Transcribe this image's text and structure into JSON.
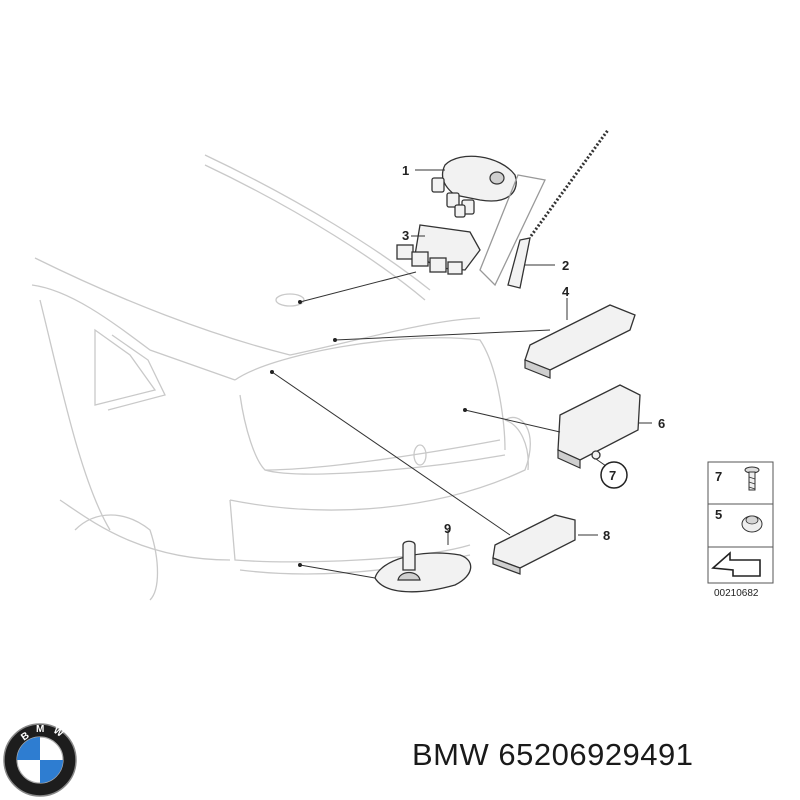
{
  "diagram": {
    "callouts": [
      "1",
      "2",
      "3",
      "4",
      "6",
      "7",
      "8",
      "9"
    ],
    "legend": {
      "items": [
        {
          "number": "7",
          "icon": "screw-icon"
        },
        {
          "number": "5",
          "icon": "grommet-icon"
        }
      ],
      "direction_icon": "arrow-icon",
      "reference_code": "00210682"
    }
  },
  "footer": {
    "brand_logo_text": "BMW",
    "part_label": "BMW 65206929491"
  },
  "colors": {
    "car_outline": "#c9c9c9",
    "part_outline": "#333333",
    "logo_blue": "#2e7dd1"
  }
}
